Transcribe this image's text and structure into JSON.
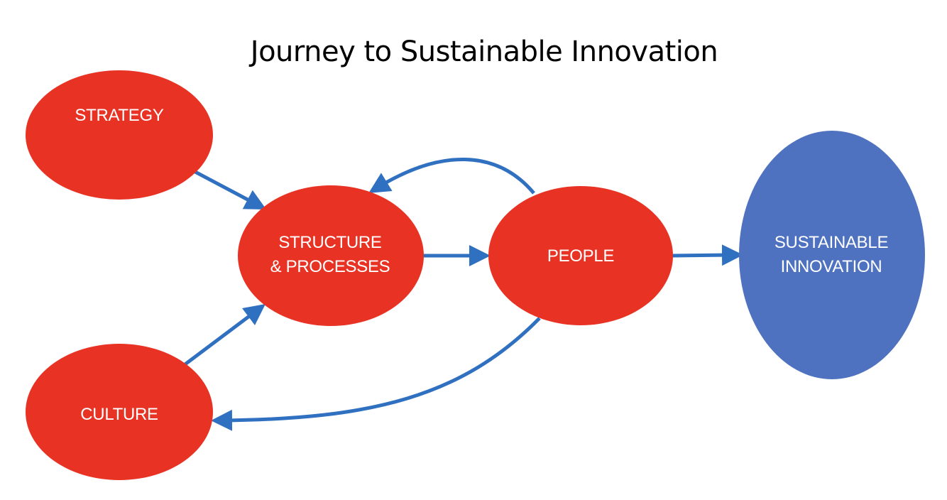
{
  "title": "Journey to Sustainable Innovation",
  "colors": {
    "node_red": "#e83324",
    "node_blue": "#4f72c0",
    "arrow": "#3070c0",
    "label": "#ffffff"
  },
  "nodes": {
    "strategy": {
      "line1": "STRATEGY"
    },
    "culture": {
      "line1": "CULTURE"
    },
    "structure": {
      "line1": "STRUCTURE",
      "line2": "& PROCESSES"
    },
    "people": {
      "line1": "PEOPLE"
    },
    "innovation": {
      "line1": "SUSTAINABLE",
      "line2": "INNOVATION"
    }
  },
  "edges": [
    {
      "from": "strategy",
      "to": "structure"
    },
    {
      "from": "culture",
      "to": "structure"
    },
    {
      "from": "structure",
      "to": "people"
    },
    {
      "from": "people",
      "to": "structure"
    },
    {
      "from": "people",
      "to": "culture"
    },
    {
      "from": "people",
      "to": "innovation"
    }
  ]
}
